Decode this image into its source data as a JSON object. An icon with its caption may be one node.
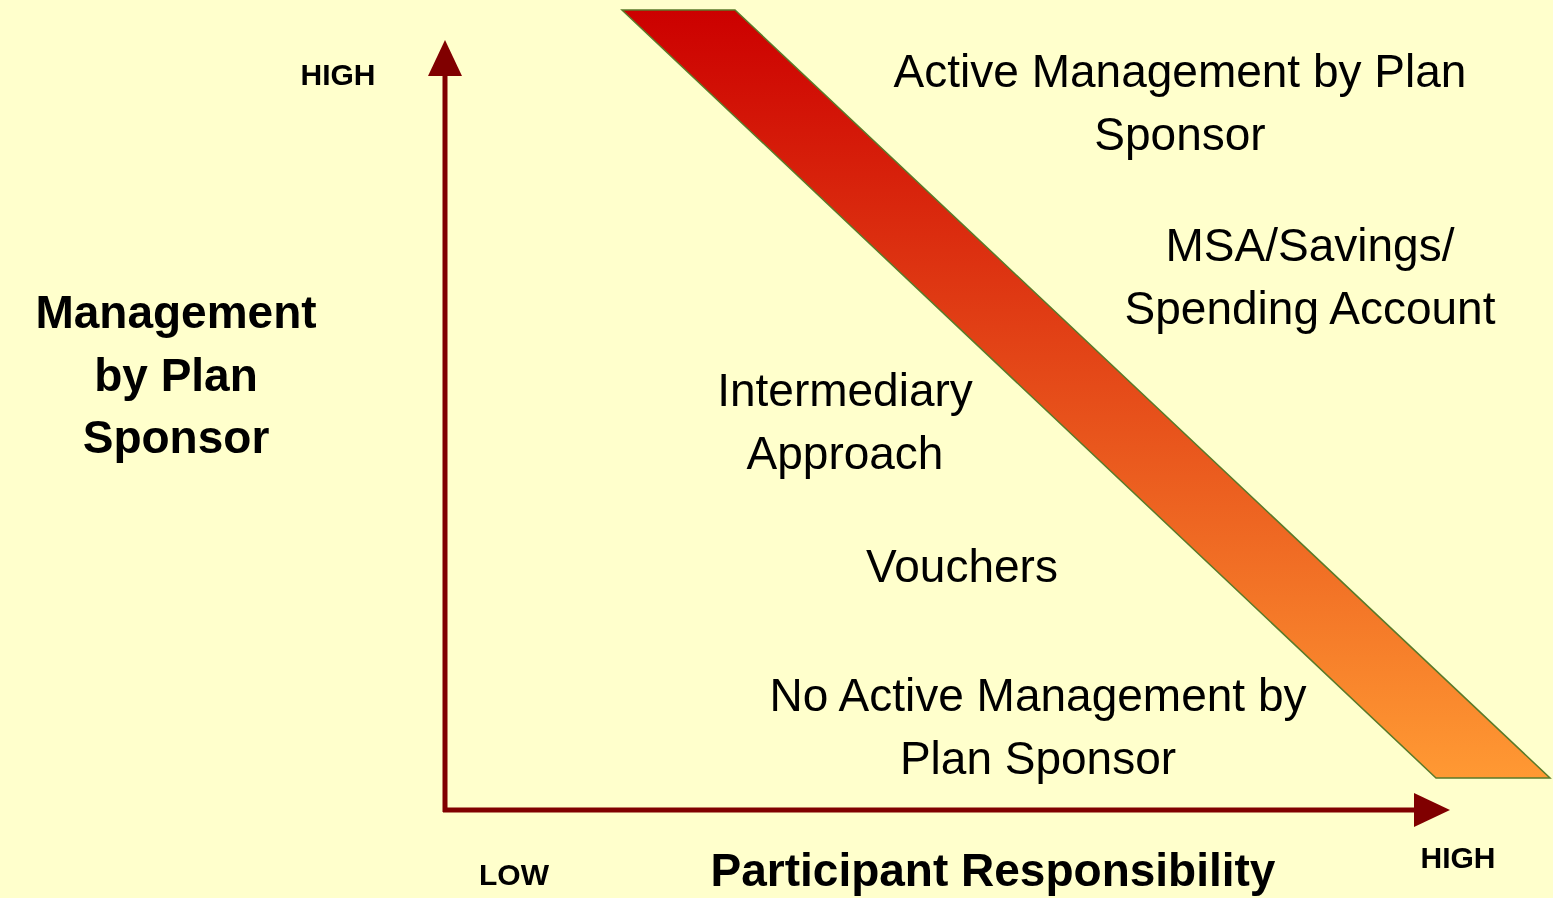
{
  "diagram": {
    "labels": [
      "HIGH",
      "Active Management by Plan Sponsor",
      "MSA/Savings/ Spending Account",
      "Management by Plan Sponsor",
      "Intermediary Approach",
      "Vouchers",
      "No Active Management by Plan Sponsor",
      "HIGH",
      "LOW",
      "Participant Responsibility"
    ]
  }
}
